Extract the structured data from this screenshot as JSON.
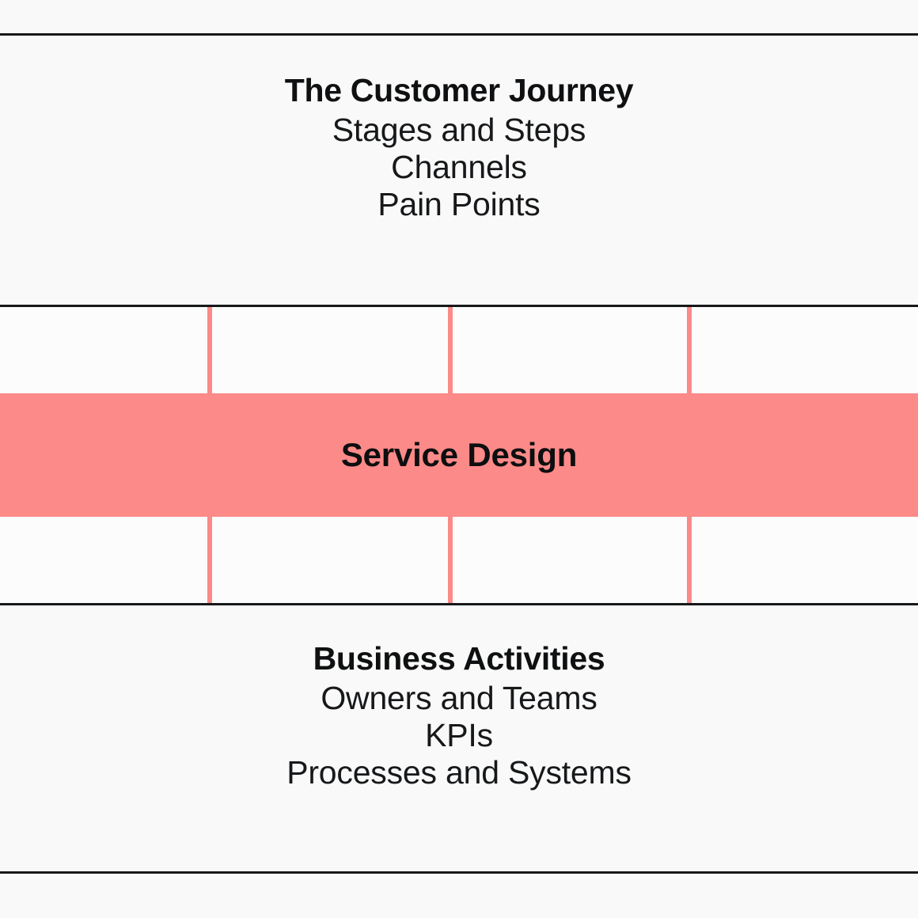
{
  "colors": {
    "background": "#f9f9f9",
    "cell_background": "#fcfcfc",
    "rule": "#16181a",
    "accent_coral": "#fb8a88",
    "text": "#16181a"
  },
  "journey_section": {
    "title": "The Customer Journey",
    "lines": [
      "Stages and Steps",
      "Channels",
      "Pain Points"
    ]
  },
  "service_band": {
    "label": "Service Design"
  },
  "business_section": {
    "title": "Business Activities",
    "lines": [
      "Owners and Teams",
      "KPIs",
      "Processes and Systems"
    ]
  },
  "grid": {
    "column_count": 4,
    "divider_count": 3
  }
}
